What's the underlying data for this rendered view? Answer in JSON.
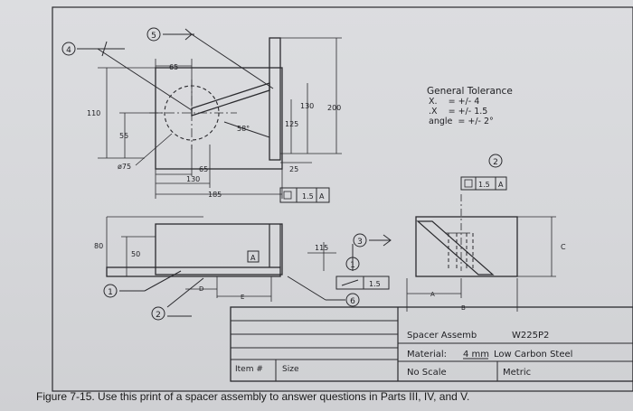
{
  "balloons": {
    "b1": "1",
    "b2": "2",
    "b3": "3",
    "b4": "4",
    "b5": "5",
    "b6": "6",
    "b1b": "1",
    "b2b": "2"
  },
  "dims": {
    "d65_top": "65",
    "d110": "110",
    "d55": "55",
    "d75": "ø75",
    "d65_bot": "65",
    "d130_bot": "130",
    "d185": "185",
    "d58": "58°",
    "d130_right": "130",
    "d200": "200",
    "d125": "125",
    "d25": "25",
    "d80": "80",
    "d50": "50",
    "d115": "115",
    "dC": "C",
    "dA": "A",
    "dB": "B",
    "dD": "D",
    "dE": "E"
  },
  "fcf": {
    "front_tol": "1.5",
    "front_datum": "A",
    "side_tol": "1.5",
    "side_datum": "A",
    "flat_tol": "1.5",
    "datum_box": "A"
  },
  "tolerance": {
    "title": "General Tolerance",
    "line1": "X.    = +/- 4",
    "line2": ".X    = +/- 1.5",
    "line3": "angle  = +/- 2°"
  },
  "title_block": {
    "name": "Spacer Assemb",
    "part_no": "W225P2",
    "material_label": "Material:",
    "material_value": "4 mm",
    "material_rest": "Low Carbon Steel",
    "scale": "No Scale",
    "units": "Metric",
    "item_label": "Item #",
    "size_label": "Size"
  },
  "caption": "Figure 7-15. Use this print of a spacer assembly to answer questions in Parts III, IV, and V."
}
